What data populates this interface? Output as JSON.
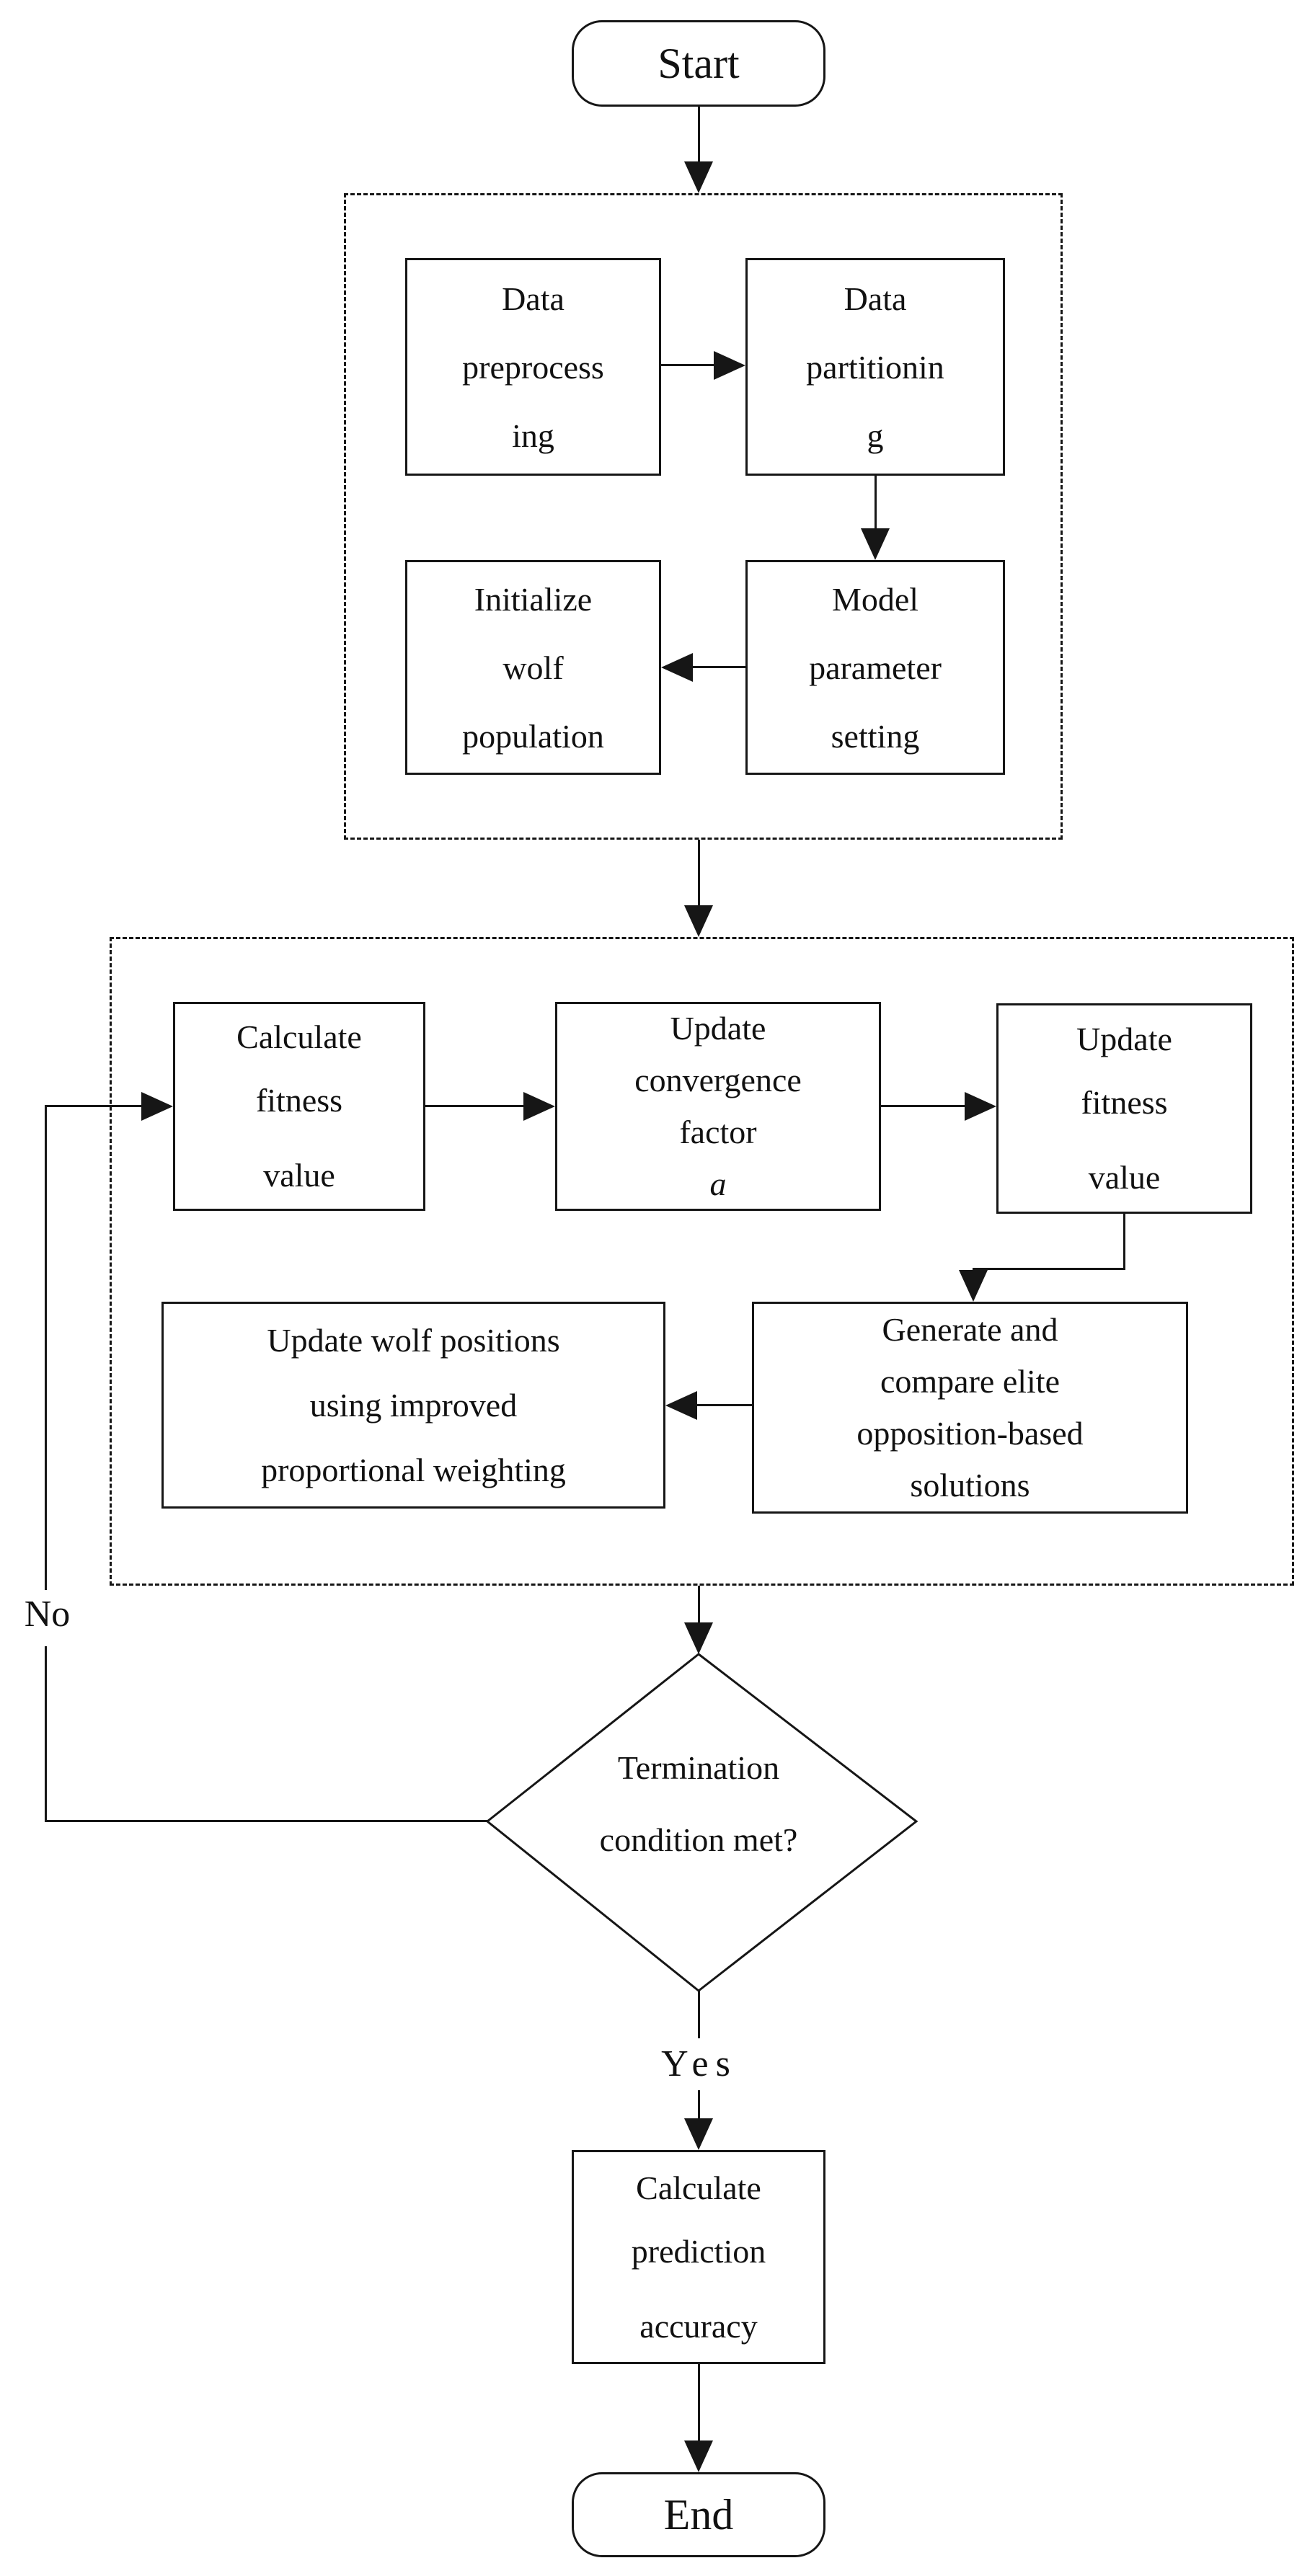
{
  "diagram": {
    "type": "flowchart",
    "colors": {
      "stroke": "#161616",
      "background": "#ffffff",
      "text": "#111111"
    },
    "nodes": {
      "start": [
        "Start"
      ],
      "data_preprocessing": [
        "Data",
        "preprocess",
        "ing"
      ],
      "data_partitioning": [
        "Data",
        "partitionin",
        "g"
      ],
      "initialize_wolf_population": [
        "Initialize",
        "wolf",
        "population"
      ],
      "model_parameter_setting": [
        "Model",
        "parameter",
        "setting"
      ],
      "calculate_fitness_value": [
        "Calculate",
        "fitness",
        "value"
      ],
      "update_convergence_factor": [
        "Update",
        "convergence",
        "factor",
        "a"
      ],
      "update_fitness_value": [
        "Update",
        "fitness",
        "value"
      ],
      "update_wolf_positions": [
        "Update wolf positions",
        "using improved",
        "proportional weighting"
      ],
      "generate_elite_solutions": [
        "Generate and",
        "compare elite",
        "opposition-based",
        "solutions"
      ],
      "termination_condition": [
        "Termination",
        "condition met?"
      ],
      "calculate_prediction_accuracy": [
        "Calculate",
        "prediction",
        "accuracy"
      ],
      "end": [
        "End"
      ]
    },
    "labels": {
      "no": "No",
      "yes": "Yes"
    }
  }
}
